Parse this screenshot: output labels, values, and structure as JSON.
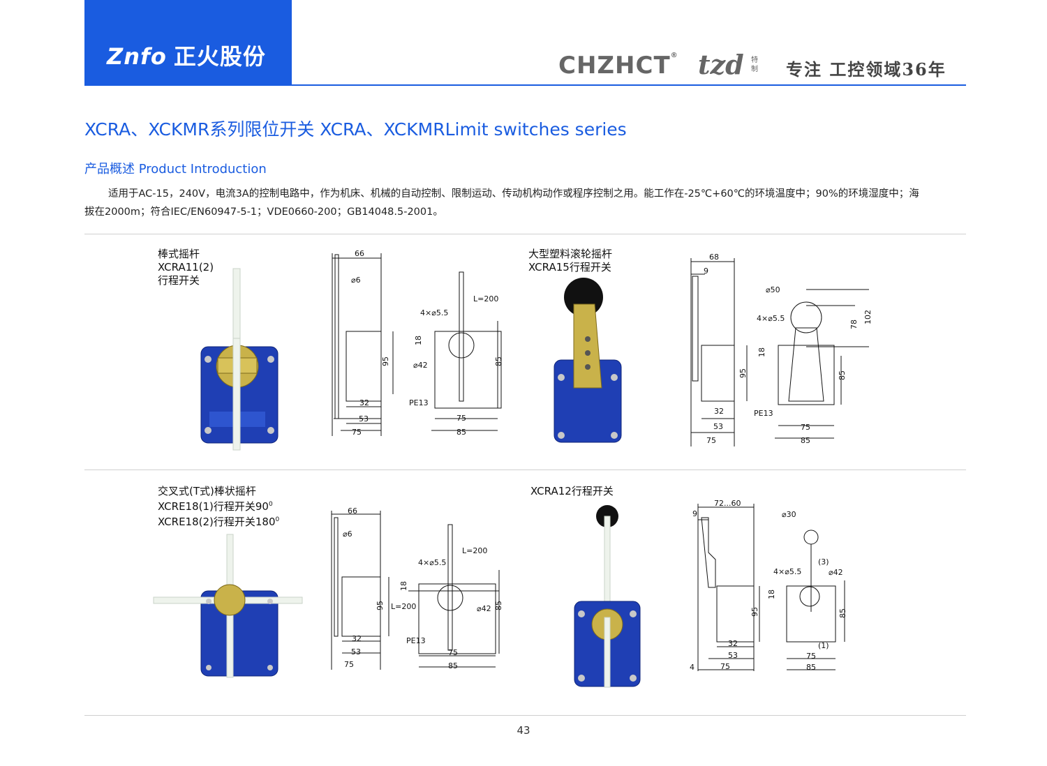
{
  "header": {
    "logo_latin": "Znfo",
    "logo_cn": "正火股份",
    "brand": "CHZHCT",
    "brand_mark": "®",
    "brand2": "tzd",
    "brand2_note": "特制",
    "slogan": "专注 工控领域36年",
    "accent_color": "#1a5ce0"
  },
  "title": "XCRA、XCKMR系列限位开关 XCRA、XCKMRLimit switches series",
  "subtitle": "产品概述  Product Introduction",
  "intro": {
    "line1": "适用于AC-15，240V，电流3A的控制电路中，作为机床、机械的自动控制、限制运动、传动机构动作或程序控制之用。能工作在-25℃+60℃的环境温度中；90%的环境湿度中；海",
    "line2": "拔在2000m；符合IEC/EN60947-5-1；VDE0660-200；GB14048.5-2001。"
  },
  "products": [
    {
      "caption": [
        "棒式摇杆",
        "XCRA11(2)",
        "行程开关"
      ],
      "photo_icon": "rod-lever-switch-photo",
      "dims": {
        "top_width": "66",
        "rod": "⌀6",
        "height": "95",
        "base_inner": "32",
        "base_mid": "53",
        "base_outer": "75",
        "len": "L=200",
        "holes": "4×⌀5.5",
        "offset": "18",
        "hub": "⌀42",
        "height2": "85",
        "pe": "PE13",
        "w_inner": "75",
        "w_outer": "85"
      }
    },
    {
      "caption": [
        "大型塑料滚轮摇杆",
        "XCRA15行程开关"
      ],
      "photo_icon": "roller-lever-switch-photo",
      "dims": {
        "top_width": "68",
        "arm": "9",
        "height": "95",
        "base_inner": "32",
        "base_mid": "53",
        "base_outer": "75",
        "roller": "⌀50",
        "holes": "4×⌀5.5",
        "offset": "18",
        "h78": "78",
        "h102": "102",
        "height2": "85",
        "pe": "PE13",
        "w_inner": "75",
        "w_outer": "85"
      }
    },
    {
      "caption": [
        "交叉式(T式)棒状摇杆",
        "XCRE18(1)行程开关90",
        "XCRE18(2)行程开关180"
      ],
      "caption_sup": [
        "0",
        "0"
      ],
      "photo_icon": "cross-rod-switch-photo",
      "dims": {
        "top_width": "66",
        "rod": "⌀6",
        "height": "95",
        "base_inner": "32",
        "base_mid": "53",
        "base_outer": "75",
        "len": "L=200",
        "len2": "L=200",
        "holes": "4×⌀5.5",
        "offset": "18",
        "hub": "⌀42",
        "height2": "85",
        "pe": "PE13",
        "w_inner": "75",
        "w_outer": "85"
      }
    },
    {
      "caption": [
        "XCRA12行程开关"
      ],
      "photo_icon": "adjustable-roller-switch-photo",
      "dims": {
        "top_width": "72...60",
        "arm": "9",
        "height": "95",
        "base_inner": "32",
        "base_mid": "53",
        "base_outer": "75",
        "foot": "4",
        "roller": "⌀30",
        "n3": "(3)",
        "holes": "4×⌀5.5",
        "hub": "⌀42",
        "offset": "18",
        "height2": "85",
        "n1": "(1)",
        "w_inner": "75",
        "w_outer": "85"
      }
    }
  ],
  "page_number": "43"
}
